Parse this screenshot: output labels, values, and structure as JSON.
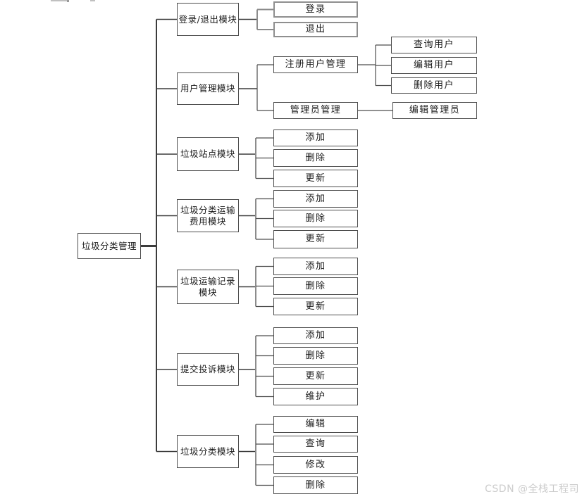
{
  "diagram": {
    "title_semantic": "垃圾分类管理功能结构图",
    "root": {
      "label": "垃圾分类管理"
    },
    "modules": [
      {
        "label": "登录/退出模块",
        "children": [
          {
            "label": "登录"
          },
          {
            "label": "退出"
          }
        ]
      },
      {
        "label": "用户管理模块",
        "children": [
          {
            "label": "注册用户管理",
            "children": [
              {
                "label": "查询用户"
              },
              {
                "label": "编辑用户"
              },
              {
                "label": "删除用户"
              }
            ]
          },
          {
            "label": "管理员管理",
            "children": [
              {
                "label": "编辑管理员"
              }
            ]
          }
        ]
      },
      {
        "label": "垃圾站点模块",
        "children": [
          {
            "label": "添加"
          },
          {
            "label": "删除"
          },
          {
            "label": "更新"
          }
        ]
      },
      {
        "label": "垃圾分类运输\n费用模块",
        "children": [
          {
            "label": "添加"
          },
          {
            "label": "删除"
          },
          {
            "label": "更新"
          }
        ]
      },
      {
        "label": "垃圾运输记录\n模块",
        "children": [
          {
            "label": "添加"
          },
          {
            "label": "删除"
          },
          {
            "label": "更新"
          }
        ]
      },
      {
        "label": "提交投诉模块",
        "children": [
          {
            "label": "添加"
          },
          {
            "label": "删除"
          },
          {
            "label": "更新"
          },
          {
            "label": "维护"
          }
        ]
      },
      {
        "label": "垃圾分类模块",
        "children": [
          {
            "label": "编辑"
          },
          {
            "label": "查询"
          },
          {
            "label": "修改"
          },
          {
            "label": "删除"
          }
        ]
      }
    ]
  },
  "colors": {
    "box_border": "#4d4d4d",
    "box_border_gray": "#8f8f8f",
    "line": "#3c3c3c",
    "line_gray": "#8c8c8c",
    "watermark": "#cccccc",
    "background": "#ffffff"
  },
  "watermark": {
    "text": "CSDN @全栈工程司"
  }
}
